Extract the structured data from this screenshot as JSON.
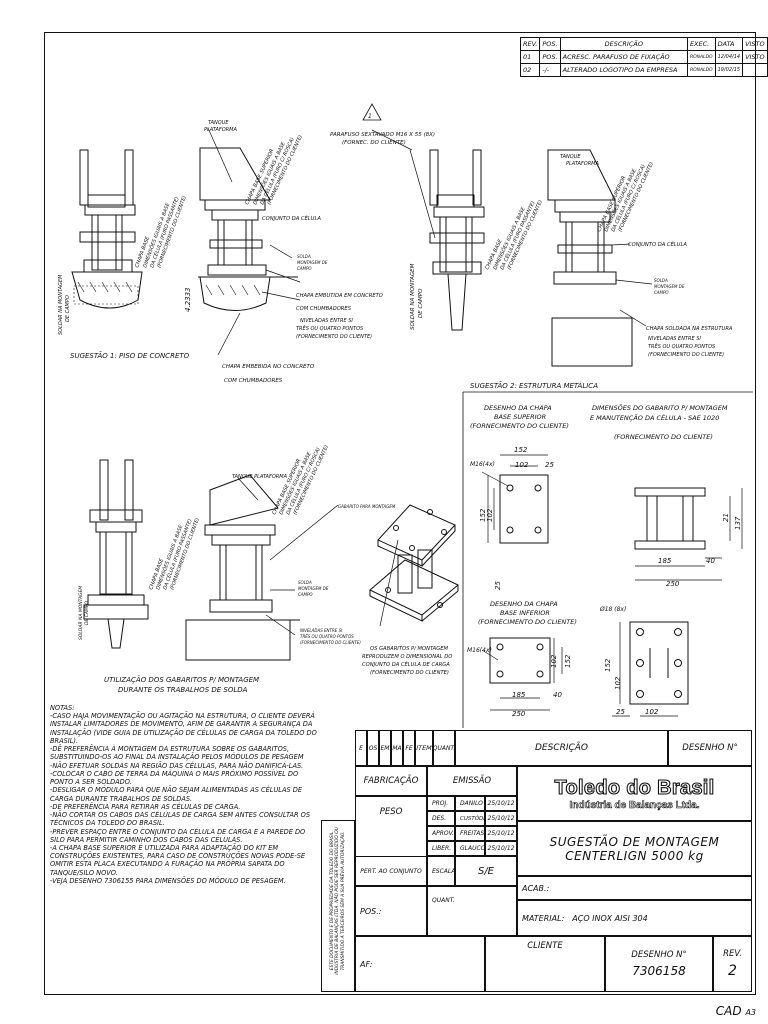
{
  "revisions": {
    "headers": [
      "REV.",
      "POS.",
      "DESCRIÇÃO",
      "EXEC.",
      "DATA",
      "VISTO"
    ],
    "rows": [
      [
        "01",
        "POS.",
        "ACRESC. PARAFUSO DE FIXAÇÃO",
        "RONALDO",
        "12/04/14",
        "VISTO"
      ],
      [
        "02",
        "-/-",
        "ALTERADO LOGOTIPO DA EMPRESA",
        "RONALDO",
        "19/02/15",
        ""
      ]
    ]
  },
  "labels": {
    "rev_marker": "1",
    "parafuso": "PARAFUSO SEXTAVADO M16 X 55 (8X)",
    "parafuso2": "(FORNEC. DO CLIENTE)",
    "tanque": "TANQUE",
    "plataforma": "PLATAFORMA",
    "tanque_plat": "TANQUE PLATAFORMA",
    "chapa_sup1": "CHAPA BASE SUPERIOR",
    "chapa_sup2": "DIMENSÕES IGUAIS A BASE",
    "chapa_sup3": "DA CÉLULA (FURO C/ ROSCA)",
    "chapa_sup4": "(FORNECIMENTO DO CLIENTE)",
    "chapa_base": "CHAPA BASE",
    "chapa_inf2": "DIMENSÕES IGUAIS A BASE",
    "chapa_inf3": "DA CÉLULA (FURO PASSANTE)",
    "chapa_inf4": "(FORNECIMENTO DO CLIENTE)",
    "conjunto": "CONJUNTO DA CÉLULA",
    "solda": "SOLDA",
    "montagem_campo": "MONTAGEM DE",
    "campo": "CAMPO",
    "chapa_embutida": "CHAPA EMBUTIDA EM CONCRETO",
    "com_chumbadores": "COM CHUMBADORES",
    "nivelados1": "NIVELADAS ENTRE SI",
    "nivelados2": "TRÊS OU QUATRO PONTOS",
    "nivelados3": "(FORNECIMENTO DO CLIENTE)",
    "soldar1": "SOLDAR NA MONTAGEM",
    "soldar2": "DE CAMPO",
    "dims_stack": "4.2333",
    "sugestao1": "SUGESTÃO 1: PISO DE CONCRETO",
    "chapa_embebida": "CHAPA EMBEBIDA NO CONCRETO",
    "com_chumbadores2": "COM CHUMBADORES",
    "chapa_soldada": "CHAPA SOLDADA NA ESTRUTURA",
    "sugestao2": "SUGESTÃO 2: ESTRUTURA METÁLICA",
    "gabarito_montagem": "GABARITO PARA MONTAGEM",
    "gabaritos1": "OS GABARITOS P/ MONTAGEM",
    "gabaritos2": "REPRODUZEM O DIMENSIONAL DO",
    "gabaritos3": "CONJUNTO DA CÉLULA DE CARGA",
    "gabaritos4": "(FORNECIMENTO DO CLIENTE)",
    "utilizacao1": "UTILIZAÇÃO DOS GABARITOS P/ MONTAGEM",
    "utilizacao2": "DURANTE OS TRABALHOS DE SOLDA"
  },
  "details": {
    "sup_title": [
      "DESENHO DA CHAPA",
      "BASE SUPERIOR",
      "(FORNECIMENTO DO CLIENTE)"
    ],
    "sup_hole": "M16(4x)",
    "sup_dims": [
      "152",
      "102",
      "25",
      "152",
      "102",
      "25"
    ],
    "inf_title": [
      "DESENHO DA CHAPA",
      "BASE INFERIOR",
      "(FORNECIMENTO DO CLIENTE)"
    ],
    "inf_hole": "M16(4x)",
    "inf_dims": [
      "102",
      "152",
      "185",
      "40",
      "250"
    ],
    "gab_title": [
      "DIMENSÕES DO GABARITO P/  MONTAGEM",
      "E MANUTENÇÃO DA CÉLULA - SAE 1020",
      "(FORNECIMENTO DO CLIENTE)"
    ],
    "gab_dims": [
      "137",
      "21",
      "185",
      "40",
      "250"
    ],
    "gab2_hole": "Ø18 (8x)",
    "gab2_dims": [
      "152",
      "102",
      "25",
      "102"
    ]
  },
  "notes": {
    "title": "NOTAS:",
    "items": [
      "-CASO HAJA MOVIMENTAÇÃO OU AGITAÇÃO NA ESTRUTURA, O CLIENTE DEVERÁ INSTALAR LIMITADORES DE MOVIMENTO, AFIM DE GARANTIR A SEGURANÇA DA INSTALAÇÃO (VIDE GUIA DE UTILIZAÇÃO DE CÉLULAS DE CARGA DA TOLEDO DO BRASIL).",
      "-DÊ PREFERÊNCIA À MONTAGEM DA ESTRUTURA SOBRE OS GABARITOS, SUBSTITUINDO-OS AO FINAL DA INSTALAÇÃO PELOS MÓDULOS DE PESAGEM",
      "-NÃO EFETUAR SOLDAS NA REGIÃO DAS CÉLULAS, PARA NÃO DANIFICÁ-LAS.",
      "-COLOCAR O CABO DE TERRA DA MÁQUINA O MAIS PRÓXIMO POSSÍVEL DO PONTO A SER SOLDADO.",
      "-DESLIGAR O MÓDULO PARA QUE NÃO SEJAM ALIMENTADAS AS CÉLULAS DE CARGA DURANTE TRABALHOS DE SOLDAS.",
      "-DE PREFERÊNCIA PARA RETIRAR AS CÉLULAS DE CARGA.",
      "-NÃO CORTAR OS CABOS DAS CÉLULAS DE CARGA SEM ANTES CONSULTAR OS TÉCNICOS DA TOLEDO DO BRASIL.",
      "-PREVER ESPAÇO ENTRE O CONJUNTO DA CÉLULA DE CARGA E A PAREDE DO SILO PARA PERMITIR CAMINHO DOS CABOS DAS CÉLULAS.",
      "-A CHAPA BASE SUPERIOR É UTILIZADA PARA ADAPTAÇÃO DO KIT EM CONSTRUÇÕES EXISTENTES, PARA CASO DE CONSTRUÇÕES NOVAS PODE-SE OMITIR ESTA PLACA EXECUTANDO A FURAÇÃO NA PRÓPRIA SAPATA DO TANQUE/SILO NOVO.",
      "-VEJA DESENHO 7306155 PARA DIMENSÕES DO MÓDULO DE PESAGEM."
    ]
  },
  "vertical_notice": "ESTE DOCUMENTO E DE PROPRIEDADE DA TOLEDO DO BRASIL INDÚSTRIA DE BALANÇAS LTDA. NÃO PODE SER REPRODUZIDO OU TRANSMITIDO A TERCEIROS SEM A SUA PRÉVIA AUTORIZAÇÃO.",
  "title_block": {
    "h_e": "E",
    "h_os": "OS",
    "h_em": "EM",
    "h_ma": "MA",
    "h_fe": "FE",
    "h_item": "ITEM",
    "h_quant": "QUANT.",
    "h_descricao": "DESCRIÇÃO",
    "h_desenho": "DESENHO N°",
    "fabricacao": "FABRICAÇÃO",
    "emissao": "EMISSÃO",
    "peso": "PESO",
    "logo_line1": "Toledo do Brasil",
    "logo_line2": "Indústria de Balanças Ltda.",
    "roles": [
      {
        "role": "PROJ.",
        "name": "DANILO",
        "date": "25/10/12"
      },
      {
        "role": "DES.",
        "name": "CUSTÓDIO",
        "date": "25/10/12"
      },
      {
        "role": "APROV.",
        "name": "FREITAS",
        "date": "25/10/12"
      },
      {
        "role": "LIBER.",
        "name": "GLAUCO",
        "date": "25/10/12"
      }
    ],
    "title1": "SUGESTÃO DE MONTAGEM",
    "title2": "CENTERLIGN 5000 kg",
    "pert": "PERT. AO CONJUNTO",
    "escala": "ESCALA",
    "escala_val": "S/E",
    "acab": "ACAB.:",
    "pos": "POS.:",
    "quant": "QUANT.",
    "material": "MATERIAL:",
    "material_val": "AÇO INOX AISI 304",
    "af": "AF:",
    "cliente": "CLIENTE",
    "desenho_label": "DESENHO N°",
    "desenho_val": "7306158",
    "rev_label": "REV.",
    "rev_val": "2"
  },
  "footer": {
    "cad": "CAD",
    "size": "A3"
  }
}
